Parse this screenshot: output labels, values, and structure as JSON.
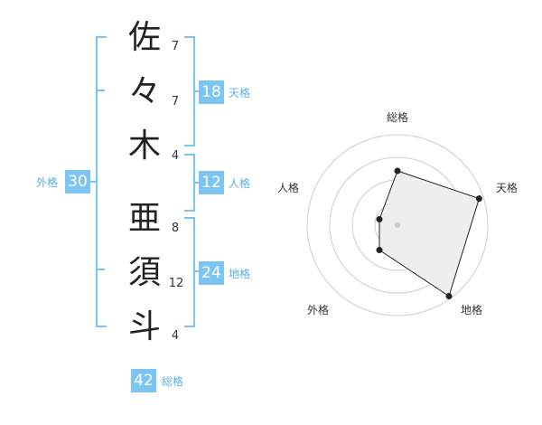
{
  "characters": [
    {
      "char": "佐",
      "strokes": "7"
    },
    {
      "char": "々",
      "strokes": "7"
    },
    {
      "char": "木",
      "strokes": "4"
    },
    {
      "char": "亜",
      "strokes": "8"
    },
    {
      "char": "須",
      "strokes": "12"
    },
    {
      "char": "斗",
      "strokes": "4"
    }
  ],
  "kaku": {
    "ten": {
      "value": "18",
      "label": "天格"
    },
    "jin": {
      "value": "12",
      "label": "人格"
    },
    "chi": {
      "value": "24",
      "label": "地格"
    },
    "gai": {
      "value": "30",
      "label": "外格"
    },
    "sou": {
      "value": "42",
      "label": "総格"
    }
  },
  "radar": {
    "axes": [
      "総格",
      "天格",
      "地格",
      "外格",
      "人格"
    ],
    "values": [
      0.6,
      0.95,
      0.97,
      0.34,
      0.21
    ],
    "rings": 4
  },
  "colors": {
    "accent": "#7cc4f2",
    "accent_text": "#5aaee6",
    "radar_fill": "#eeeeee",
    "radar_line": "#222222"
  }
}
